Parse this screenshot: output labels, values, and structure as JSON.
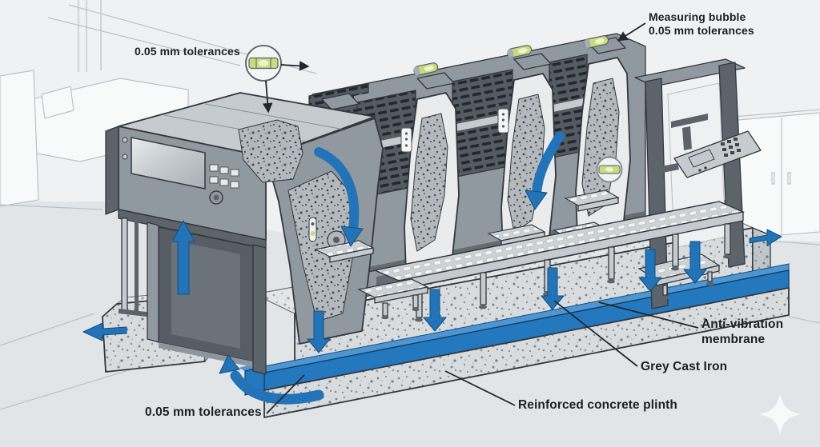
{
  "image": {
    "type": "technical-illustration",
    "subject": "Sheet-fed offset printing press on a reinforced concrete plinth with anti-vibration membrane"
  },
  "labels": {
    "tolerance_top": "0.05 mm tolerances",
    "measuring_bubble": {
      "line1": "Measuring bubble",
      "line2": "0.05 mm tolerances"
    },
    "anti_vibration": {
      "line1": "Anti-vibration",
      "line2": "membrane"
    },
    "grey_cast_iron": "Grey Cast Iron",
    "concrete_plinth": "Reinforced concrete plinth",
    "tolerance_bottom": "0.05 mm tolerances"
  },
  "icons": {
    "bubble_magnifier": "spirit-level-in-circle",
    "spirit_level": "green-bubble-level",
    "vibration_arrow": "blue-flow-arrow",
    "watermark": "sparkle"
  },
  "colors": {
    "arrowBlue": "#2273b8",
    "membraneTop": "#4e95d2",
    "membraneFront": "#2478bd",
    "levelGreen": "#c9dc7d",
    "levelBubble": "#eef3cd",
    "machineDark": "#5d636b",
    "machineMid": "#9098a0",
    "machineLight": "#c6cbcf",
    "machinePale": "#e9ebec",
    "edge": "#33383f",
    "wall": "#eff1f2",
    "floor": "#e2e5e7",
    "lineArt": "#b7bdc2",
    "text": "#1d2024"
  }
}
